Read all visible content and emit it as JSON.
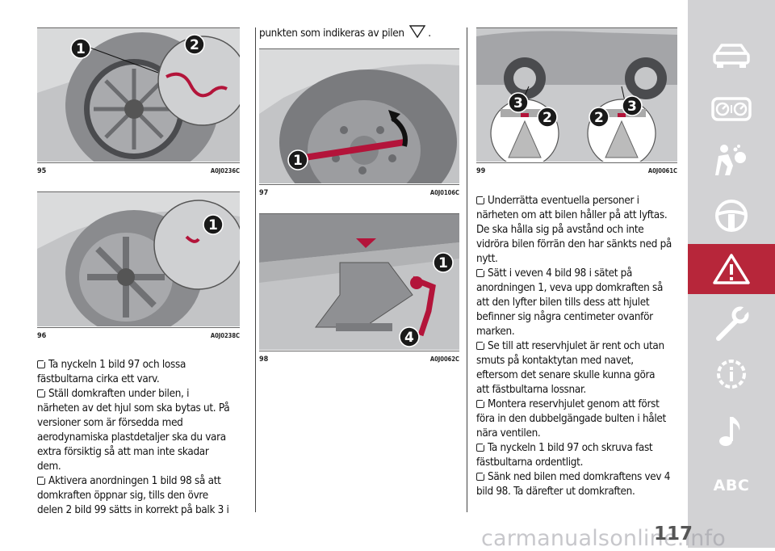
{
  "figures": [
    {
      "id": "fig-95",
      "number": "95",
      "code": "A0J0236C",
      "callouts": [
        "1",
        "2"
      ]
    },
    {
      "id": "fig-96",
      "number": "96",
      "code": "A0J0238C",
      "callouts": [
        "1"
      ]
    },
    {
      "id": "fig-97",
      "number": "97",
      "code": "A0J0106C",
      "callouts": [
        "1"
      ]
    },
    {
      "id": "fig-98",
      "number": "98",
      "code": "A0J0062C",
      "callouts": [
        "1",
        "4"
      ]
    },
    {
      "id": "fig-99",
      "number": "99",
      "code": "A0J0061C",
      "callouts": [
        "3",
        "2",
        "2",
        "3"
      ]
    }
  ],
  "column1": {
    "lines": [
      {
        "bullet": true,
        "text": "Ta nyckeln 1 bild 97 och lossa"
      },
      {
        "bullet": false,
        "text": "fästbultarna cirka ett varv."
      },
      {
        "bullet": true,
        "text": "Ställ domkraften under bilen, i"
      },
      {
        "bullet": false,
        "text": "närheten av det hjul som ska bytas ut. På"
      },
      {
        "bullet": false,
        "text": "versioner som är försedda med"
      },
      {
        "bullet": false,
        "text": "aerodynamiska plastdetaljer ska du vara"
      },
      {
        "bullet": false,
        "text": "extra försiktig så att man inte skadar"
      },
      {
        "bullet": false,
        "text": "dem."
      },
      {
        "bullet": true,
        "text": "Aktivera anordningen 1 bild 98 så att"
      },
      {
        "bullet": false,
        "text": "domkraften öppnar sig, tills den övre"
      },
      {
        "bullet": false,
        "text": "delen 2 bild 99 sätts in korrekt på balk 3 i"
      }
    ]
  },
  "column2": {
    "continuation": "punkten som indikeras av pilen",
    "continuation_end": "."
  },
  "column3": {
    "lines": [
      {
        "bullet": true,
        "text": "Underrätta eventuella personer i"
      },
      {
        "bullet": false,
        "text": "närheten om att bilen håller på att lyftas."
      },
      {
        "bullet": false,
        "text": "De ska hålla sig på avstånd och inte"
      },
      {
        "bullet": false,
        "text": "vidröra bilen förrän den har sänkts ned på"
      },
      {
        "bullet": false,
        "text": "nytt."
      },
      {
        "bullet": true,
        "text": "Sätt i veven 4 bild 98 i sätet på"
      },
      {
        "bullet": false,
        "text": "anordningen 1, veva upp domkraften så"
      },
      {
        "bullet": false,
        "text": "att den lyfter bilen tills dess att hjulet"
      },
      {
        "bullet": false,
        "text": "befinner sig några centimeter ovanför"
      },
      {
        "bullet": false,
        "text": "marken."
      },
      {
        "bullet": true,
        "text": "Se till att reservhjulet är rent och utan"
      },
      {
        "bullet": false,
        "text": "smuts på kontaktytan med navet,"
      },
      {
        "bullet": false,
        "text": "eftersom det senare skulle kunna göra"
      },
      {
        "bullet": false,
        "text": "att fästbultarna lossnar."
      },
      {
        "bullet": true,
        "text": "Montera reservhjulet genom att först"
      },
      {
        "bullet": false,
        "text": "föra in den dubbelgängade bulten i hålet"
      },
      {
        "bullet": false,
        "text": "nära ventilen."
      },
      {
        "bullet": true,
        "text": "Ta nyckeln 1 bild 97 och skruva fast"
      },
      {
        "bullet": false,
        "text": "fästbultarna ordentligt."
      },
      {
        "bullet": true,
        "text": "Sänk ned bilen med domkraftens vev 4"
      },
      {
        "bullet": false,
        "text": "bild 98. Ta därefter ut domkraften."
      }
    ]
  },
  "page_number": "117",
  "watermark": "carmanualsonline.info",
  "sidebar": {
    "items": [
      {
        "icon": "car-icon",
        "active": false
      },
      {
        "icon": "dashboard-icon",
        "active": false
      },
      {
        "icon": "safety-icon",
        "active": false
      },
      {
        "icon": "steering-wheel-icon",
        "active": false
      },
      {
        "icon": "warning-icon",
        "active": true
      },
      {
        "icon": "wrench-icon",
        "active": false
      },
      {
        "icon": "info-icon",
        "active": false
      },
      {
        "icon": "music-icon",
        "active": false
      }
    ],
    "abc_label": "ABC"
  },
  "colors": {
    "sidebar": "#d2d2d4",
    "active": "#b7263a",
    "accent_red": "#b3143a"
  }
}
